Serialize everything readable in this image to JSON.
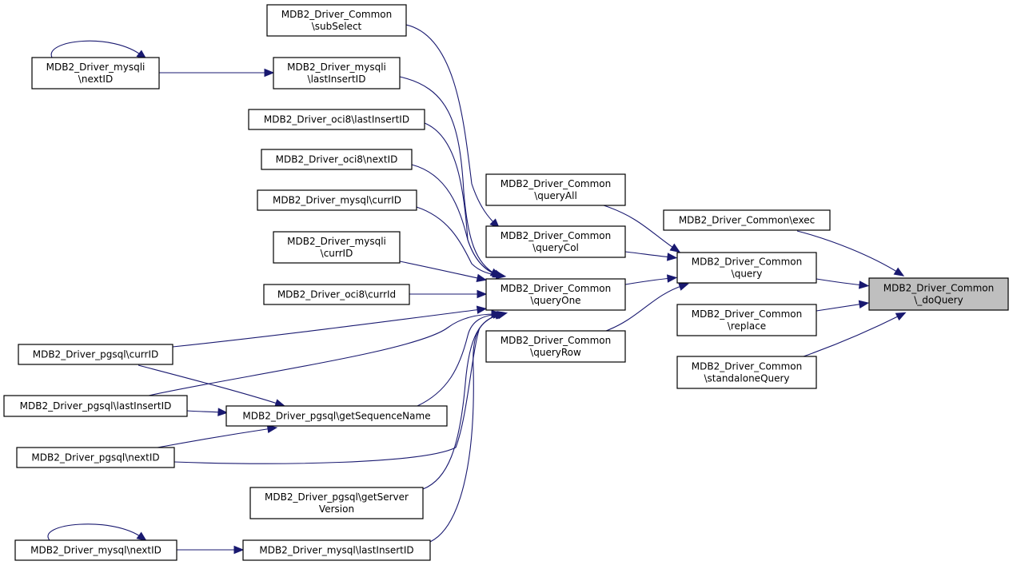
{
  "diagram": {
    "title": "Caller graph of MDB2_Driver_Common\\_doQuery",
    "edge_color": "#191970",
    "focus_fill": "#bfbfbf",
    "nodes": [
      {
        "id": "doQuery",
        "lines": [
          "MDB2_Driver_Common",
          "\\_doQuery"
        ],
        "focus": true
      },
      {
        "id": "exec",
        "lines": [
          "MDB2_Driver_Common\\exec"
        ]
      },
      {
        "id": "query",
        "lines": [
          "MDB2_Driver_Common",
          "\\query"
        ]
      },
      {
        "id": "replace",
        "lines": [
          "MDB2_Driver_Common",
          "\\replace"
        ]
      },
      {
        "id": "standaloneQuery",
        "lines": [
          "MDB2_Driver_Common",
          "\\standaloneQuery"
        ]
      },
      {
        "id": "queryAll",
        "lines": [
          "MDB2_Driver_Common",
          "\\queryAll"
        ]
      },
      {
        "id": "queryCol",
        "lines": [
          "MDB2_Driver_Common",
          "\\queryCol"
        ]
      },
      {
        "id": "queryOne",
        "lines": [
          "MDB2_Driver_Common",
          "\\queryOne"
        ]
      },
      {
        "id": "queryRow",
        "lines": [
          "MDB2_Driver_Common",
          "\\queryRow"
        ]
      },
      {
        "id": "subSelect",
        "lines": [
          "MDB2_Driver_Common",
          "\\subSelect"
        ]
      },
      {
        "id": "mysqliLastInsertID",
        "lines": [
          "MDB2_Driver_mysqli",
          "\\lastInsertID"
        ]
      },
      {
        "id": "mysqliNextID",
        "lines": [
          "MDB2_Driver_mysqli",
          "\\nextID"
        ]
      },
      {
        "id": "oci8LastInsertID",
        "lines": [
          "MDB2_Driver_oci8\\lastInsertID"
        ]
      },
      {
        "id": "oci8NextID",
        "lines": [
          "MDB2_Driver_oci8\\nextID"
        ]
      },
      {
        "id": "mysqlCurrID",
        "lines": [
          "MDB2_Driver_mysql\\currID"
        ]
      },
      {
        "id": "mysqliCurrID",
        "lines": [
          "MDB2_Driver_mysqli",
          "\\currID"
        ]
      },
      {
        "id": "oci8CurrId",
        "lines": [
          "MDB2_Driver_oci8\\currId"
        ]
      },
      {
        "id": "pgsqlCurrID",
        "lines": [
          "MDB2_Driver_pgsql\\currID"
        ]
      },
      {
        "id": "pgsqlLastInsertID",
        "lines": [
          "MDB2_Driver_pgsql\\lastInsertID"
        ]
      },
      {
        "id": "pgsqlGetSequenceName",
        "lines": [
          "MDB2_Driver_pgsql\\getSequenceName"
        ]
      },
      {
        "id": "pgsqlNextID",
        "lines": [
          "MDB2_Driver_pgsql\\nextID"
        ]
      },
      {
        "id": "pgsqlGetServerVersion",
        "lines": [
          "MDB2_Driver_pgsql\\getServer",
          "Version"
        ]
      },
      {
        "id": "mysqlNextID",
        "lines": [
          "MDB2_Driver_mysql\\nextID"
        ]
      },
      {
        "id": "mysqlLastInsertID",
        "lines": [
          "MDB2_Driver_mysql\\lastInsertID"
        ]
      }
    ],
    "edges": [
      {
        "from": "exec",
        "to": "doQuery"
      },
      {
        "from": "query",
        "to": "doQuery"
      },
      {
        "from": "replace",
        "to": "doQuery"
      },
      {
        "from": "standaloneQuery",
        "to": "doQuery"
      },
      {
        "from": "queryAll",
        "to": "query"
      },
      {
        "from": "queryCol",
        "to": "query"
      },
      {
        "from": "queryOne",
        "to": "query"
      },
      {
        "from": "queryRow",
        "to": "query"
      },
      {
        "from": "subSelect",
        "to": "queryCol"
      },
      {
        "from": "mysqliLastInsertID",
        "to": "queryOne"
      },
      {
        "from": "oci8LastInsertID",
        "to": "queryOne"
      },
      {
        "from": "oci8NextID",
        "to": "queryOne"
      },
      {
        "from": "mysqlCurrID",
        "to": "queryOne"
      },
      {
        "from": "mysqliCurrID",
        "to": "queryOne"
      },
      {
        "from": "oci8CurrId",
        "to": "queryOne"
      },
      {
        "from": "pgsqlCurrID",
        "to": "queryOne"
      },
      {
        "from": "pgsqlLastInsertID",
        "to": "queryOne"
      },
      {
        "from": "pgsqlGetSequenceName",
        "to": "queryOne"
      },
      {
        "from": "pgsqlNextID",
        "to": "queryOne"
      },
      {
        "from": "pgsqlGetServerVersion",
        "to": "queryOne"
      },
      {
        "from": "mysqlLastInsertID",
        "to": "queryOne"
      },
      {
        "from": "mysqliNextID",
        "to": "mysqliLastInsertID"
      },
      {
        "from": "mysqliNextID",
        "to": "mysqliNextID"
      },
      {
        "from": "pgsqlCurrID",
        "to": "pgsqlGetSequenceName"
      },
      {
        "from": "pgsqlLastInsertID",
        "to": "pgsqlGetSequenceName"
      },
      {
        "from": "pgsqlNextID",
        "to": "pgsqlGetSequenceName"
      },
      {
        "from": "mysqlNextID",
        "to": "mysqlLastInsertID"
      },
      {
        "from": "mysqlNextID",
        "to": "mysqlNextID"
      }
    ]
  }
}
